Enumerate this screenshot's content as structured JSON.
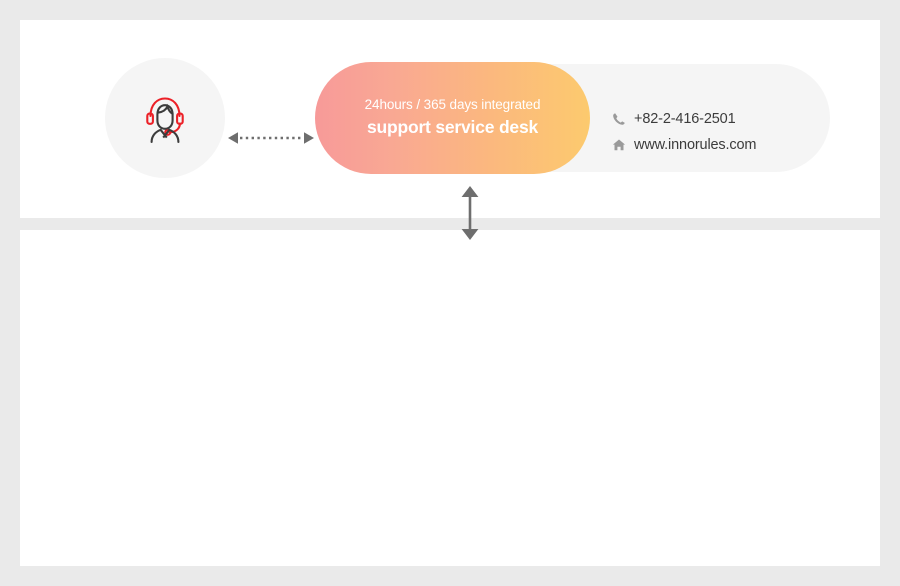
{
  "page": {
    "background_color": "#eaeaea",
    "card_background": "#ffffff"
  },
  "top_card": {
    "avatar": {
      "icon": "headset-operator-icon",
      "circle_color": "#f5f5f5",
      "accent_color": "#ec2027",
      "line_color": "#3c3c3c"
    },
    "connector_horizontal": {
      "icon": "dotted-double-arrow-horizontal-icon",
      "color": "#6e6e6e"
    },
    "connector_vertical": {
      "icon": "double-arrow-vertical-icon",
      "color": "#6e6e6e"
    },
    "highlight_pill": {
      "line1": "24hours / 365 days integrated",
      "line2": "support service desk",
      "gradient_start": "#f79a99",
      "gradient_end": "#fcca6e",
      "text_color": "#ffffff"
    },
    "info_capsule": {
      "background_color": "#f5f5f5",
      "contacts": [
        {
          "icon": "phone-icon",
          "value": "+82-2-416-2501"
        },
        {
          "icon": "home-icon",
          "value": "www.innorules.com"
        }
      ]
    }
  },
  "bottom_card": {
    "content": ""
  }
}
